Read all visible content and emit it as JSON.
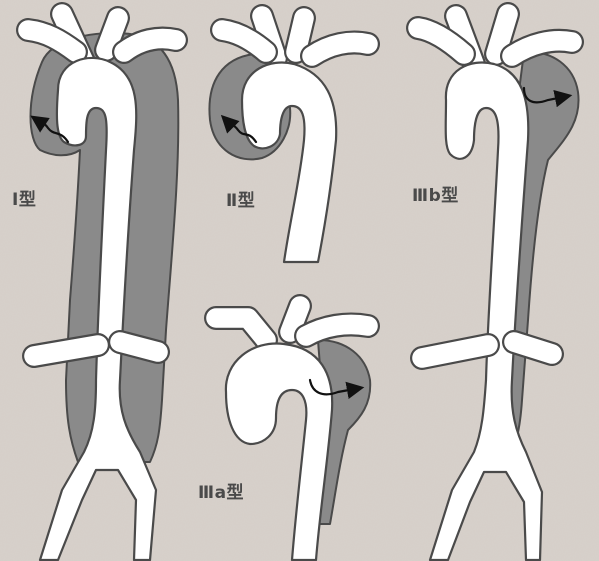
{
  "labels": {
    "type1": "Ⅰ型",
    "type2": "Ⅱ型",
    "type3b": "Ⅲb型",
    "type3a": "Ⅲa型"
  },
  "colors": {
    "background": "#d8d1cb",
    "true_lumen": "#ffffff",
    "false_lumen": "#8a8a8a",
    "outline": "#4a4a4a",
    "arrow": "#111111"
  }
}
